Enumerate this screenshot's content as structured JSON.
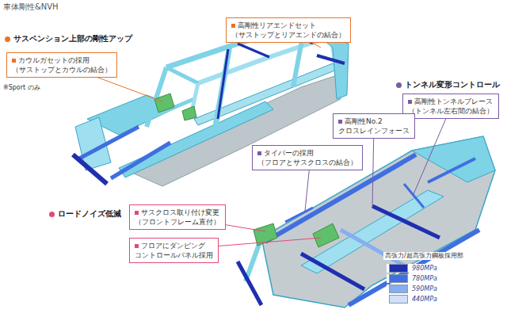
{
  "diagram": {
    "title": "車体剛性&NVH",
    "nodes": [
      {
        "text": [
          "高剛性リアエンドセット",
          "（サストップとリアエンドの結合）"
        ]
      },
      {
        "text": [
          "カウルガセットの採用",
          "（サストップとカウルの結合）"
        ]
      },
      {
        "text": [
          "高剛性トンネルブレース",
          "（トンネル左右間の結合）"
        ]
      },
      {
        "text": [
          "高剛性No.2",
          "クロスレインフォース"
        ]
      },
      {
        "text": [
          "タイバーの採用",
          "（フロアとサスクロスの結合）"
        ]
      },
      {
        "text": [
          "サスクロス取り付け変更",
          "（フロントフレーム直付）"
        ]
      },
      {
        "text": [
          "フロアにダンピング",
          "コントロールパネル採用"
        ]
      }
    ],
    "labels": [
      "サスペンション上部の剛性アップ",
      "※Sport のみ",
      "トンネル変形コントロール",
      "ロードノイズ低減",
      "高張力/超高張力鋼板採用部"
    ],
    "legend": [
      {
        "text": "980MPa",
        "color": "#1f2fb0"
      },
      {
        "text": "780MPa",
        "color": "#3f6fe0"
      },
      {
        "text": "590MPa",
        "color": "#86aef0"
      },
      {
        "text": "440MPa",
        "color": "#cfe0f8"
      }
    ]
  }
}
